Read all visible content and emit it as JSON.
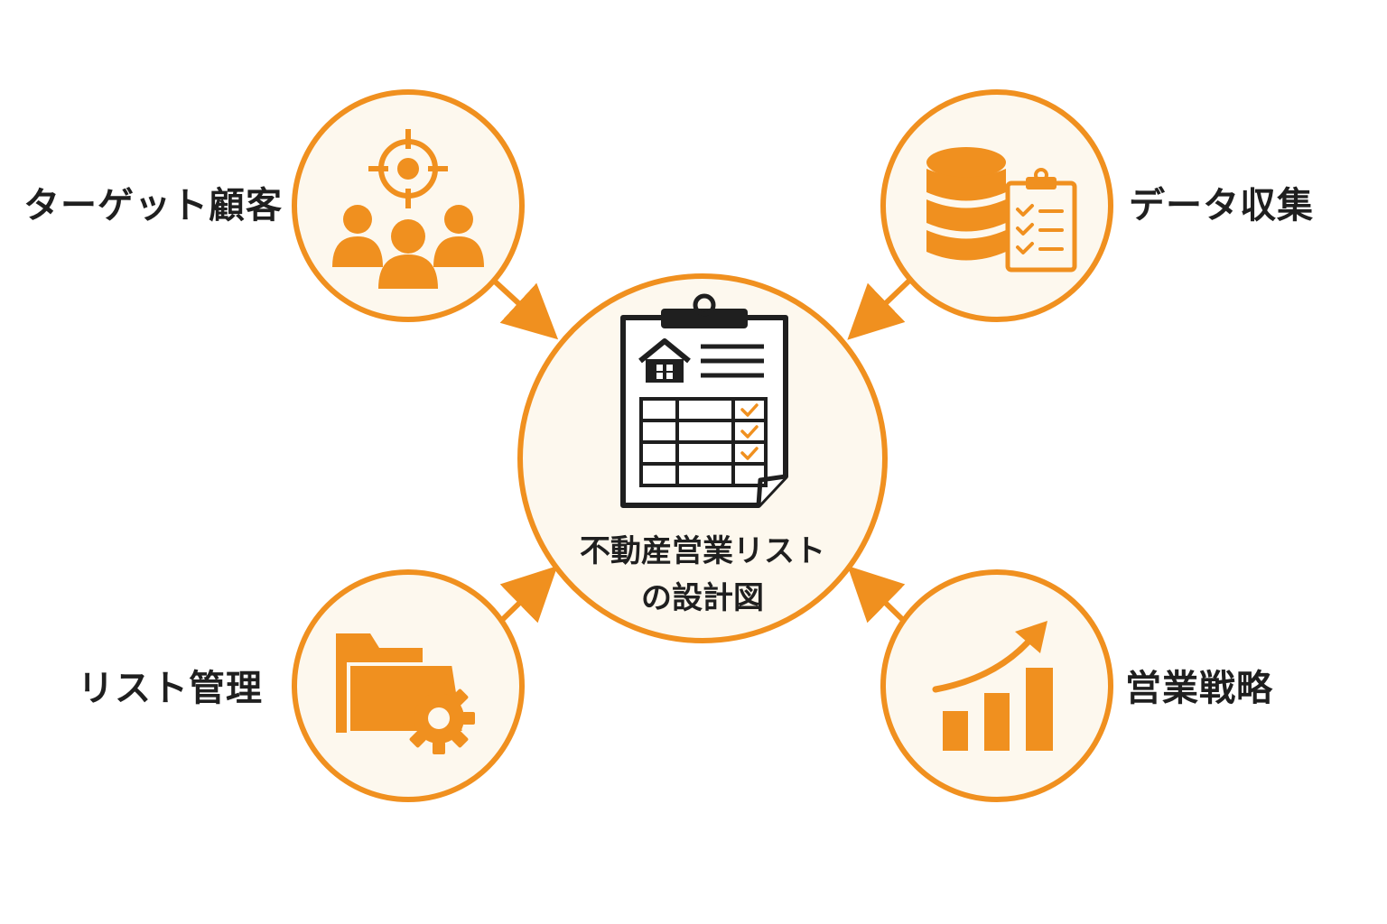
{
  "colors": {
    "accent": "#f0901f",
    "circle_fill": "#fdf8ee",
    "dark": "#1f1f1f",
    "background": "#ffffff"
  },
  "center": {
    "title_line1": "不動産営業リスト",
    "title_line2": "の設計図",
    "icon": "clipboard-house-checklist-icon"
  },
  "nodes": [
    {
      "label": "ターゲット顧客",
      "icon": "target-people-icon"
    },
    {
      "label": "データ収集",
      "icon": "database-clipboard-icon"
    },
    {
      "label": "リスト管理",
      "icon": "folder-gear-icon"
    },
    {
      "label": "営業戦略",
      "icon": "growth-bar-chart-icon"
    }
  ]
}
